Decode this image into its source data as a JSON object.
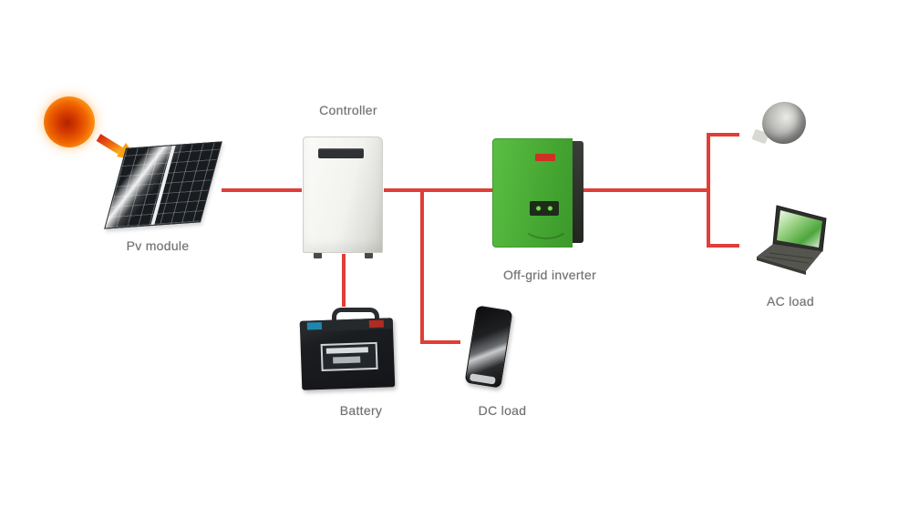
{
  "diagram": {
    "type": "system-diagram",
    "subject": "Off-grid solar power system",
    "background_color": "#ffffff",
    "connector_color": "#e03e37",
    "label_color": "#6f6f6f",
    "inverter_green": "#46a833",
    "sun_orange": "#f06400"
  },
  "labels": {
    "controller": "Controller",
    "pv_module": "Pv module",
    "off_grid_inverter": "Off-grid inverter",
    "battery": "Battery",
    "dc_load": "DC load",
    "ac_load": "AC load"
  },
  "components": [
    {
      "id": "sun",
      "icon": "sun-icon"
    },
    {
      "id": "pv_module",
      "icon": "solar-panel-icon"
    },
    {
      "id": "controller",
      "icon": "controller-box-icon"
    },
    {
      "id": "battery",
      "icon": "battery-icon"
    },
    {
      "id": "off_grid_inverter",
      "icon": "inverter-box-icon"
    },
    {
      "id": "dc_load",
      "icon": "phone-icon"
    },
    {
      "id": "ac_load",
      "icon": "bulb-icon, laptop-icon"
    }
  ],
  "connections": [
    {
      "from": "pv_module",
      "to": "controller"
    },
    {
      "from": "controller",
      "to": "off_grid_inverter"
    },
    {
      "from": "controller",
      "to": "battery"
    },
    {
      "from": "controller_inverter_line",
      "to": "dc_load"
    },
    {
      "from": "off_grid_inverter",
      "to": "ac_load_bulb"
    },
    {
      "from": "off_grid_inverter",
      "to": "ac_load_laptop"
    }
  ]
}
